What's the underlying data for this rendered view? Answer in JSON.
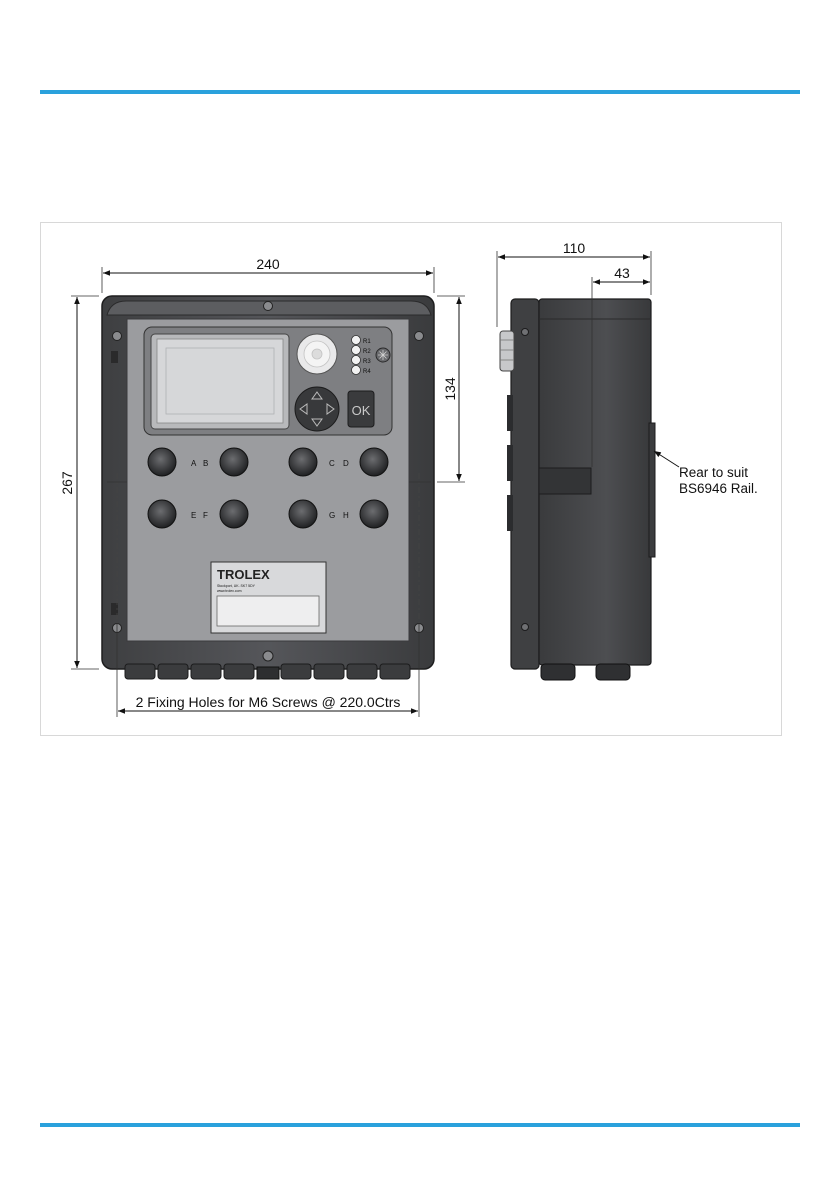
{
  "dimensions": {
    "front_width": "240",
    "front_height": "267",
    "display_height": "134",
    "side_depth": "110",
    "side_offset": "43"
  },
  "annotations": {
    "fixing_holes": "2 Fixing Holes for M6 Screws @ 220.0Ctrs",
    "rail_note_line1": "Rear to suit",
    "rail_note_line2": "BS6946 Rail."
  },
  "relay_labels": [
    "R1",
    "R2",
    "R3",
    "R4"
  ],
  "ok_button_label": "OK",
  "connector_labels": [
    "A",
    "B",
    "C",
    "D",
    "E",
    "F",
    "G",
    "H"
  ],
  "nameplate": {
    "brand": "TROLEX",
    "address": "Stockport, UK. SK7 5DY",
    "website": "www.trolex.com"
  },
  "colors": {
    "accent_rule": "#2aa1dc",
    "enclosure_dark": "#4a4b4d",
    "face_panel": "#9a9b9e",
    "screen": "#cfd0d2"
  }
}
